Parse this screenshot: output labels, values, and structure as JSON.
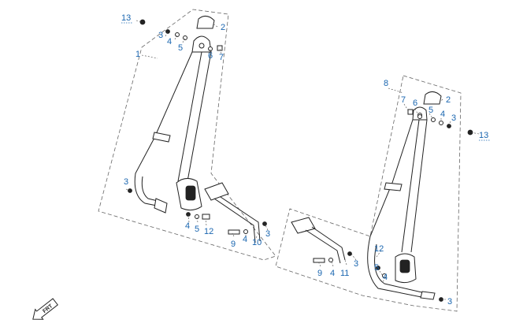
{
  "diagram": {
    "assemblies": [
      {
        "name": "left-seat-belt-assembly",
        "callouts": [
          {
            "id": "c13",
            "label": "13"
          },
          {
            "id": "c3a",
            "label": "3"
          },
          {
            "id": "c4a",
            "label": "4"
          },
          {
            "id": "c5a",
            "label": "5"
          },
          {
            "id": "c2",
            "label": "2"
          },
          {
            "id": "c6",
            "label": "6"
          },
          {
            "id": "c7",
            "label": "7"
          },
          {
            "id": "c1",
            "label": "1"
          },
          {
            "id": "c3b",
            "label": "3"
          },
          {
            "id": "c4b",
            "label": "4"
          },
          {
            "id": "c5b",
            "label": "5"
          },
          {
            "id": "c12",
            "label": "12"
          },
          {
            "id": "c9",
            "label": "9"
          },
          {
            "id": "c4c",
            "label": "4"
          },
          {
            "id": "c10",
            "label": "10"
          },
          {
            "id": "c3c",
            "label": "3"
          }
        ]
      },
      {
        "name": "right-seat-belt-assembly",
        "callouts": [
          {
            "id": "c8",
            "label": "8"
          },
          {
            "id": "c7",
            "label": "7"
          },
          {
            "id": "c6",
            "label": "6"
          },
          {
            "id": "c2",
            "label": "2"
          },
          {
            "id": "c5a",
            "label": "5"
          },
          {
            "id": "c4a",
            "label": "4"
          },
          {
            "id": "c3a",
            "label": "3"
          },
          {
            "id": "c13",
            "label": "13"
          },
          {
            "id": "c12",
            "label": "12"
          },
          {
            "id": "c5b",
            "label": "5"
          },
          {
            "id": "c4b",
            "label": "4"
          },
          {
            "id": "c9",
            "label": "9"
          },
          {
            "id": "c4c",
            "label": "4"
          },
          {
            "id": "c11",
            "label": "11"
          },
          {
            "id": "c3b",
            "label": "3"
          },
          {
            "id": "c3c",
            "label": "3"
          }
        ]
      }
    ],
    "direction_badge": {
      "label": "FRT"
    }
  }
}
